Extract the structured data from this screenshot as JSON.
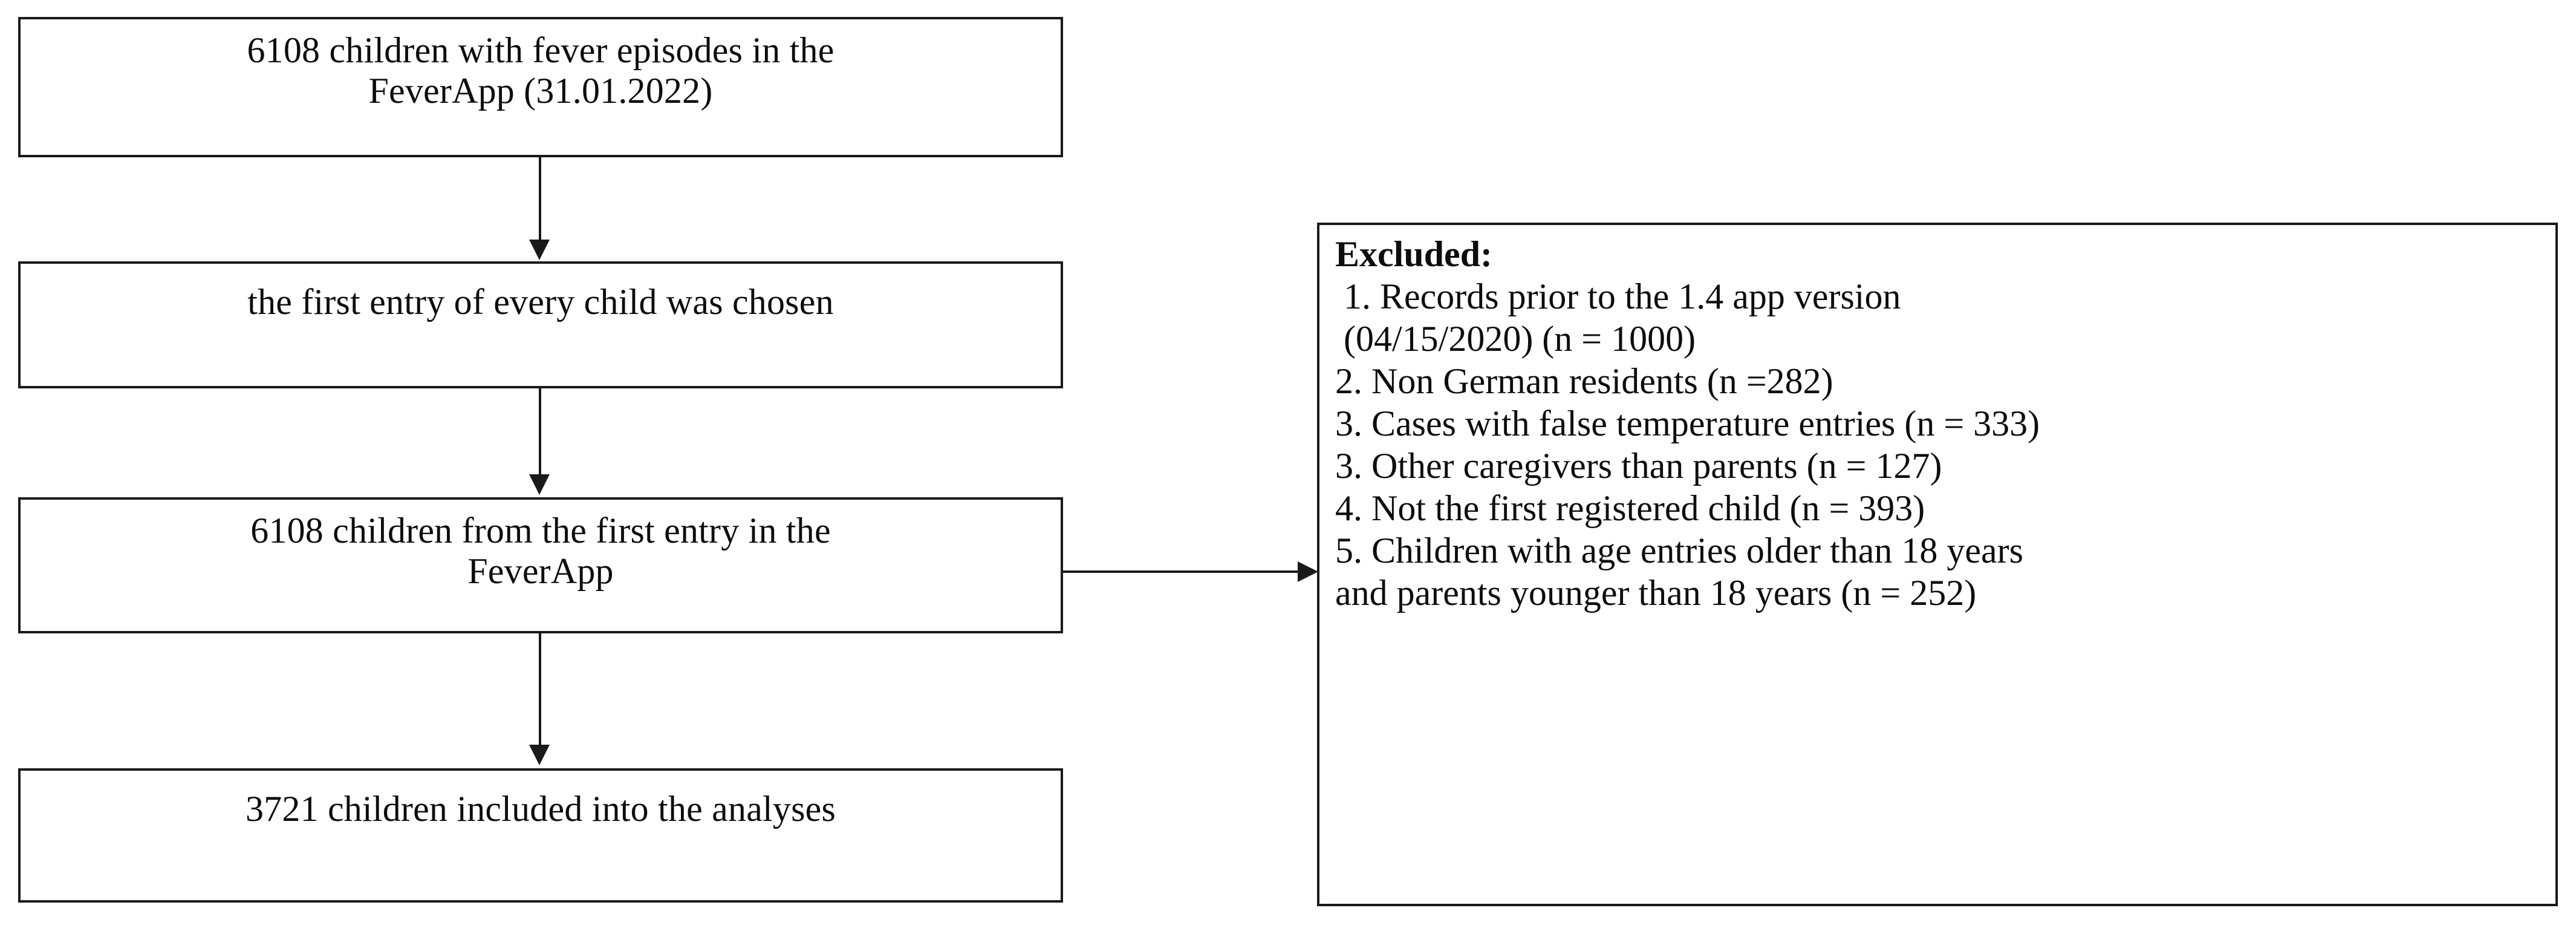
{
  "diagram": {
    "title": "Study flow diagram of FeverApp cohort selection",
    "type": "flowchart",
    "orientation": "top-to-bottom with one side branch",
    "colors": {
      "background": "#ffffff",
      "border": "#1a1a1a",
      "text": "#0d0d0d",
      "connector": "#1a1a1a"
    },
    "nodes": [
      {
        "id": "cohort",
        "name": "cohort-box",
        "text": "6108 children with fever episodes  in the\nFeverApp  (31.01.2022)",
        "count": 6108
      },
      {
        "id": "first_entry",
        "name": "first-entry-box",
        "text": "the first entry of every child was chosen"
      },
      {
        "id": "first_fever",
        "name": "first-entry-cohort-box",
        "text": "6108 children from the first entry in the\nFeverApp",
        "count": 6108
      },
      {
        "id": "analysed",
        "name": "included-analyses-box",
        "text": "3721 children included into the analyses",
        "count": 3721
      }
    ],
    "excluded": {
      "name": "excluded-box",
      "title": "Excluded:",
      "items": [
        " 1. Records  prior to the 1.4 app version\n(04/15/2020) (n = 1000)",
        "2. Non German  residents  (n =282)",
        "3. Cases with false temperature  entries  (n = 333)",
        "3. Other caregivers  than parents  (n = 127)",
        "4. Not the first registered child (n = 393)",
        "5. Children with age entries older than 18 years\nand parents  younger  than 18 years  (n = 252)"
      ],
      "counts": [
        1000,
        282,
        333,
        127,
        393,
        252
      ]
    },
    "connectors": [
      {
        "name": "connector-cohort-to-first-entry",
        "from": "cohort",
        "to": "first_entry",
        "direction": "down"
      },
      {
        "name": "connector-first-entry-to-first-fever",
        "from": "first_entry",
        "to": "first_fever",
        "direction": "down"
      },
      {
        "name": "connector-first-fever-to-analysed",
        "from": "first_fever",
        "to": "analysed",
        "direction": "down"
      },
      {
        "name": "connector-first-fever-to-excluded",
        "from": "first_fever",
        "to": "excluded",
        "direction": "right"
      }
    ]
  }
}
